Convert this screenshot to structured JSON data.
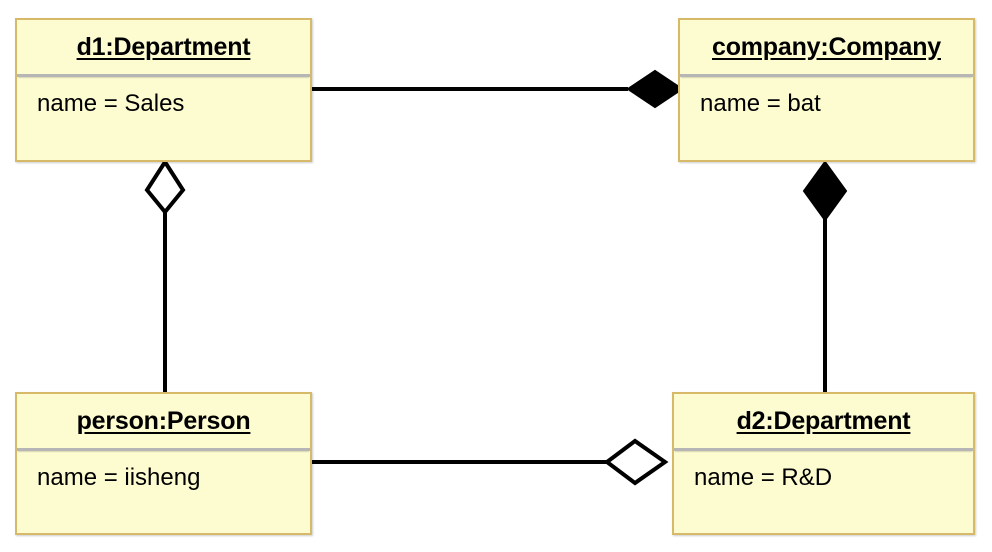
{
  "diagram": {
    "kind": "uml-object-diagram",
    "background_color": "#ffffff",
    "box_fill_color": "#fdfbd0",
    "box_border_color": "#d6b969",
    "divider_color": "#b6b6b6",
    "line_color": "#000000",
    "objects": [
      {
        "id": "d1",
        "title": "d1:Department",
        "attribute": "name = Sales"
      },
      {
        "id": "company",
        "title": "company:Company",
        "attribute": "name = bat"
      },
      {
        "id": "person",
        "title": "person:Person",
        "attribute": "name = iisheng"
      },
      {
        "id": "d2",
        "title": "d2:Department",
        "attribute": "name = R&D"
      }
    ],
    "links": [
      {
        "id": "d1-company",
        "from": "d1",
        "to": "company",
        "end_marker": "filled-diamond",
        "marker_at": "company",
        "relation": "composition"
      },
      {
        "id": "d1-person",
        "from": "person",
        "to": "d1",
        "end_marker": "hollow-diamond",
        "marker_at": "d1",
        "relation": "aggregation"
      },
      {
        "id": "company-d2",
        "from": "d2",
        "to": "company",
        "end_marker": "filled-diamond",
        "marker_at": "company",
        "relation": "composition"
      },
      {
        "id": "person-d2",
        "from": "person",
        "to": "d2",
        "end_marker": "hollow-diamond",
        "marker_at": "d2",
        "relation": "aggregation"
      }
    ]
  }
}
